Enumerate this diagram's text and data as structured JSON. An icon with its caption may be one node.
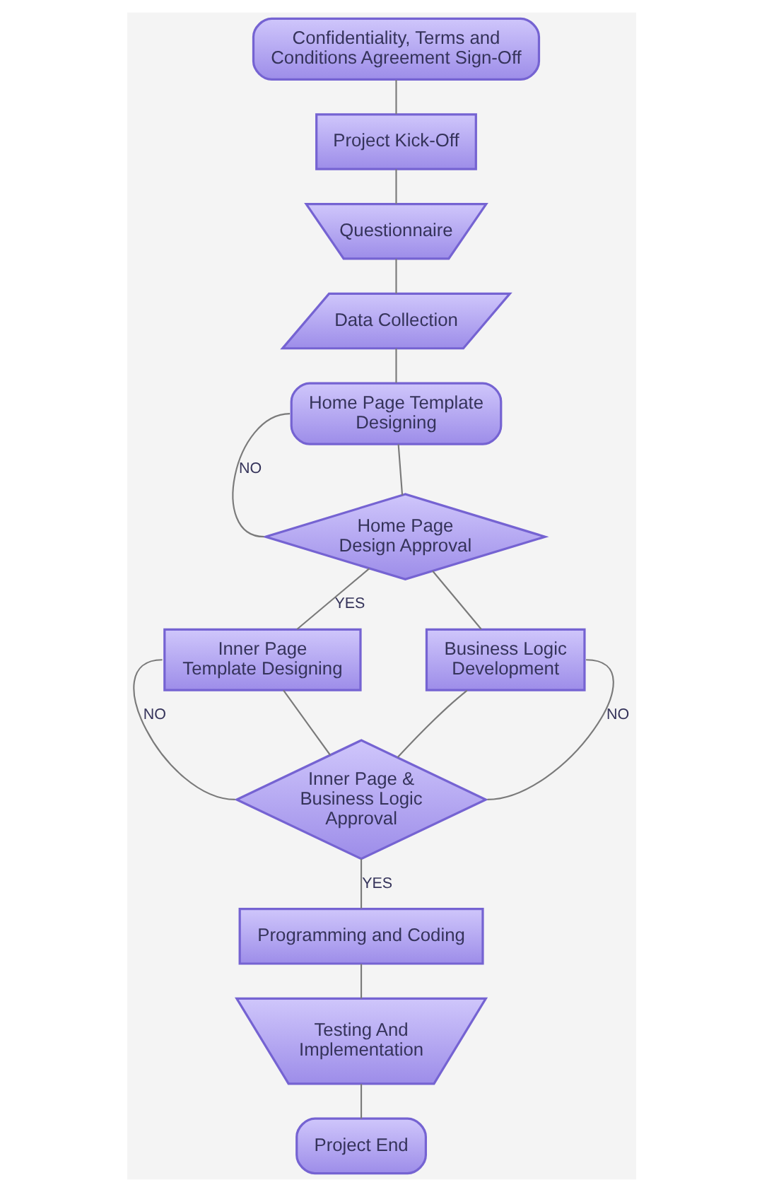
{
  "diagram": {
    "nodes": [
      {
        "text": [
          "Confidentiality, Terms and Conditions Agreement Sign-Off"
        ]
      },
      {
        "text": [
          "Project Kick-Off"
        ]
      },
      {
        "text": [
          "Questionnaire"
        ]
      },
      {
        "text": [
          "Data Collection"
        ]
      },
      {
        "text": [
          "Home Page Template Designing"
        ]
      },
      {
        "text": [
          "Home Page Design Approval"
        ]
      },
      {
        "text": [
          "Inner Page Template Designing"
        ]
      },
      {
        "text": [
          "Business Logic Development"
        ]
      },
      {
        "text": [
          "Inner Page & Business Logic Approval"
        ]
      },
      {
        "text": [
          "Programming and Coding"
        ]
      },
      {
        "text": [
          "Testing And Implementation"
        ]
      },
      {
        "text": [
          "Project End"
        ]
      }
    ],
    "edges": [
      {
        "from": 0,
        "to": 1,
        "arrow": "none"
      },
      {
        "from": 1,
        "to": 2,
        "arrow": "none"
      },
      {
        "from": 2,
        "to": 3,
        "arrow": "none"
      },
      {
        "from": 3,
        "to": 4,
        "arrow": "none"
      },
      {
        "from": 4,
        "to": 5,
        "arrow": "none"
      },
      {
        "from": 5,
        "to": 4,
        "arrow": "none",
        "label": "NO"
      },
      {
        "from": 5,
        "to": 6,
        "arrow": "none",
        "label": "YES"
      },
      {
        "from": 5,
        "to": 7,
        "arrow": "none"
      },
      {
        "from": 6,
        "to": 8,
        "arrow": "none"
      },
      {
        "from": 7,
        "to": 8,
        "arrow": "none"
      },
      {
        "from": 8,
        "to": 6,
        "arrow": "none",
        "label": "NO"
      },
      {
        "from": 8,
        "to": 7,
        "arrow": "none",
        "label": "NO"
      },
      {
        "from": 8,
        "to": 9,
        "arrow": "none",
        "label": "YES"
      },
      {
        "from": 9,
        "to": 10,
        "arrow": "none"
      },
      {
        "from": 10,
        "to": 11,
        "arrow": "none"
      }
    ]
  }
}
